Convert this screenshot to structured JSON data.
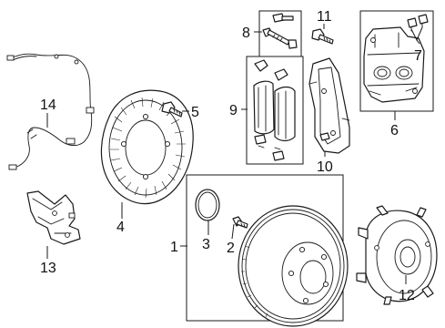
{
  "callouts": {
    "c1": "1",
    "c2": "2",
    "c3": "3",
    "c4": "4",
    "c5": "5",
    "c6": "6",
    "c7": "7",
    "c8": "8",
    "c9": "9",
    "c10": "10",
    "c11": "11",
    "c12": "12",
    "c13": "13",
    "c14": "14"
  },
  "parts": {
    "rotor": "brake-rotor",
    "hub": "wheel-hub",
    "shield": "splash-shield",
    "sensor": "abs-sensor-harness",
    "bracket": "harness-bracket",
    "caliper": "brake-caliper",
    "caliper_bracket": "caliper-bracket",
    "pads": "brake-pads",
    "oring": "seal-ring"
  }
}
